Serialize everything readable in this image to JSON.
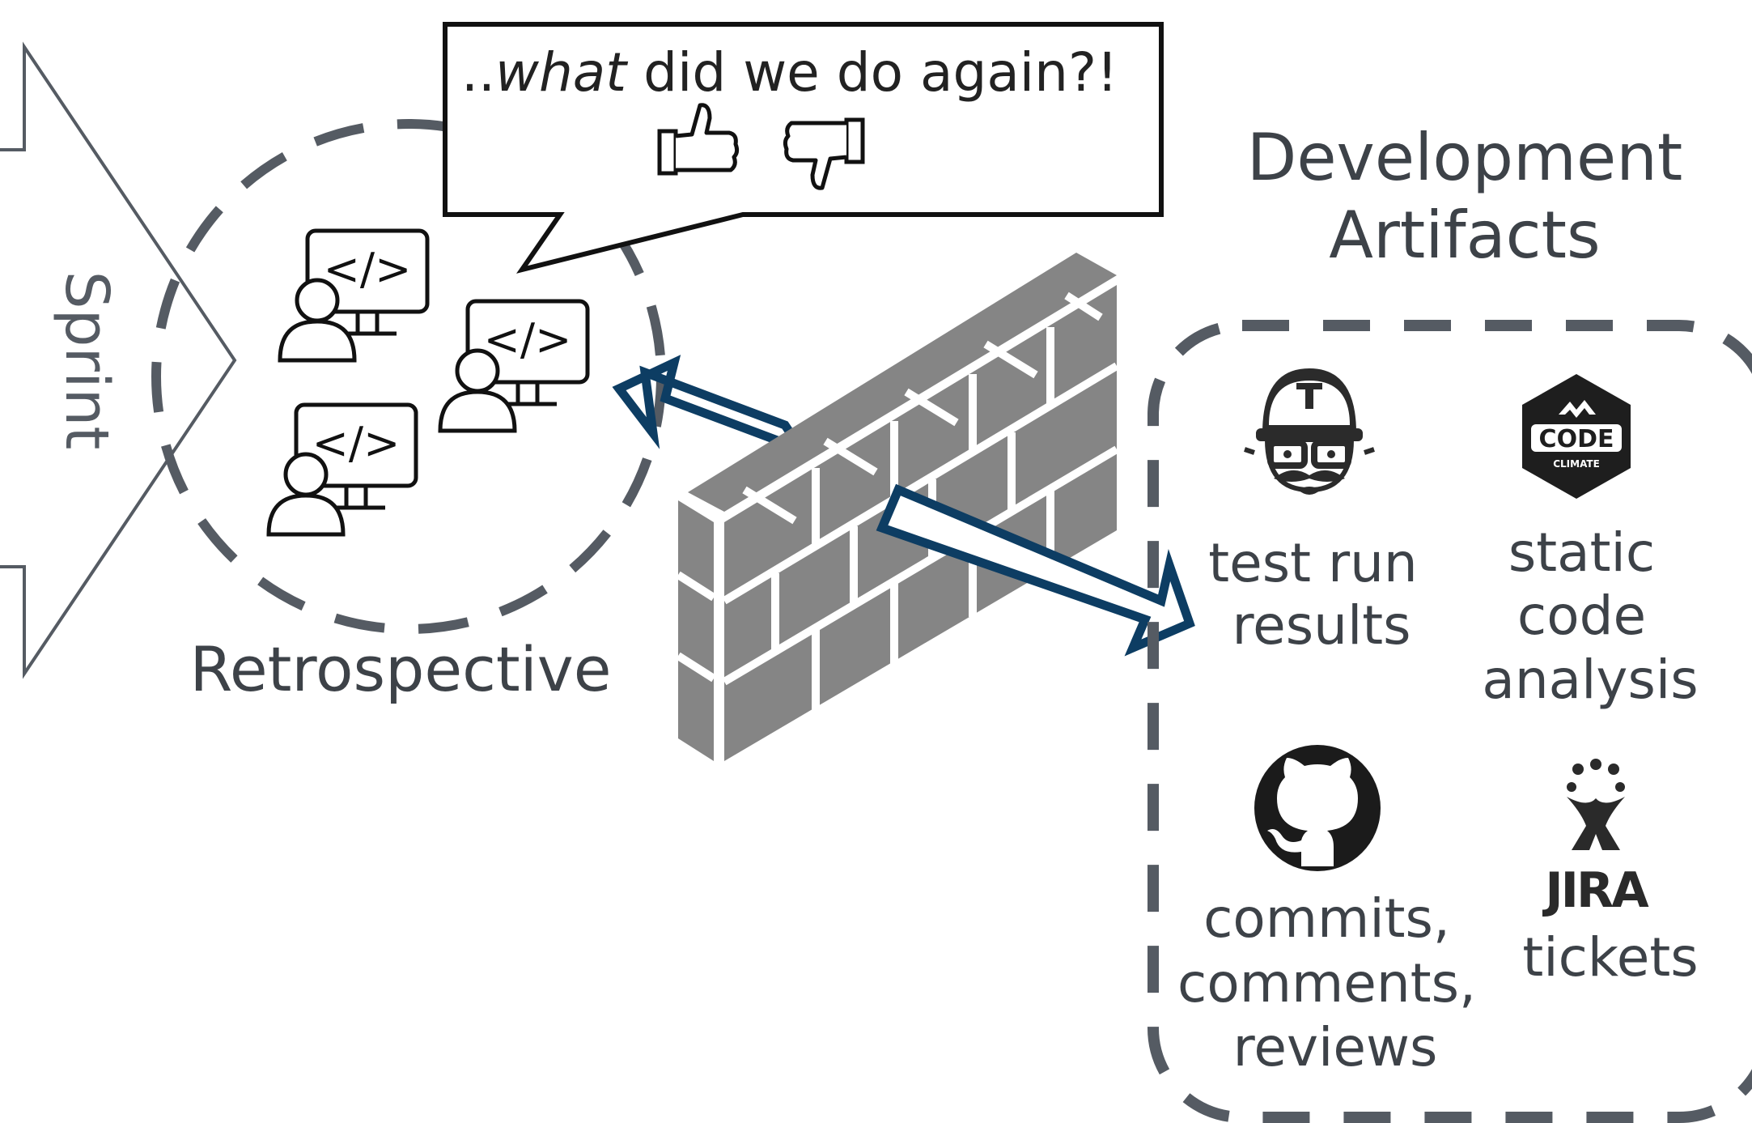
{
  "sprint": {
    "label": "Sprint"
  },
  "retrospective": {
    "label": "Retrospective"
  },
  "speech": {
    "prefix": "..",
    "emphasis": "what",
    "rest": " did we do again?!"
  },
  "artifacts": {
    "title_line1": "Development",
    "title_line2": "Artifacts",
    "items": [
      {
        "icon": "travis-ci-logo",
        "lines": [
          "test run",
          "results"
        ]
      },
      {
        "icon": "code-climate-logo",
        "logo_text": "CODE",
        "logo_subtext": "CLIMATE",
        "lines": [
          "static",
          "code",
          "analysis"
        ]
      },
      {
        "icon": "github-logo",
        "lines": [
          "commits,",
          "comments,",
          "reviews"
        ]
      },
      {
        "icon": "jira-logo",
        "logo_text": "JIRA",
        "lines": [
          "tickets"
        ]
      }
    ]
  },
  "colors": {
    "outline_gray": "#555b63",
    "text_gray": "#3d4248",
    "arrow_navy": "#0d3d63",
    "wall_gray": "#858585",
    "black": "#111111"
  }
}
